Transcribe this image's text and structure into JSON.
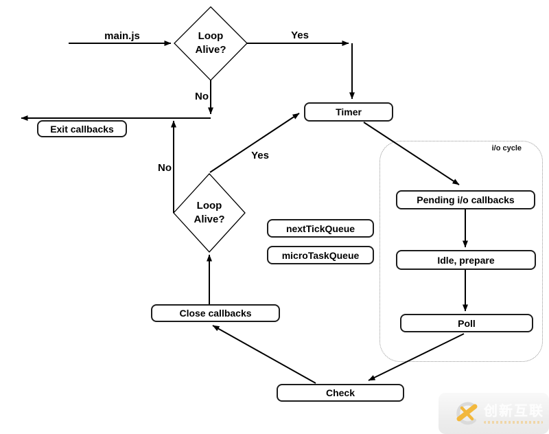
{
  "nodes": {
    "timer": "Timer",
    "exit_callbacks": "Exit callbacks",
    "close_callbacks": "Close callbacks",
    "check": "Check",
    "next_tick_queue": "nextTickQueue",
    "micro_task_queue": "microTaskQueue",
    "pending_io_callbacks": "Pending i/o callbacks",
    "idle_prepare": "Idle, prepare",
    "poll": "Poll"
  },
  "decisions": {
    "top": "Loop Alive?",
    "mid": "Loop Alive?"
  },
  "edge_labels": {
    "main_js": "main.js",
    "yes_top": "Yes",
    "no_top": "No",
    "yes_mid": "Yes",
    "no_mid": "No"
  },
  "io_cycle_label": "i/o cycle",
  "watermark": {
    "brand": "创新互联"
  },
  "colors": {
    "line": "#000000",
    "node_border": "#1c1c1c",
    "io_border": "#949494",
    "accent_yellow": "#f2b83d",
    "logo_ring_gray": "#dadada"
  }
}
